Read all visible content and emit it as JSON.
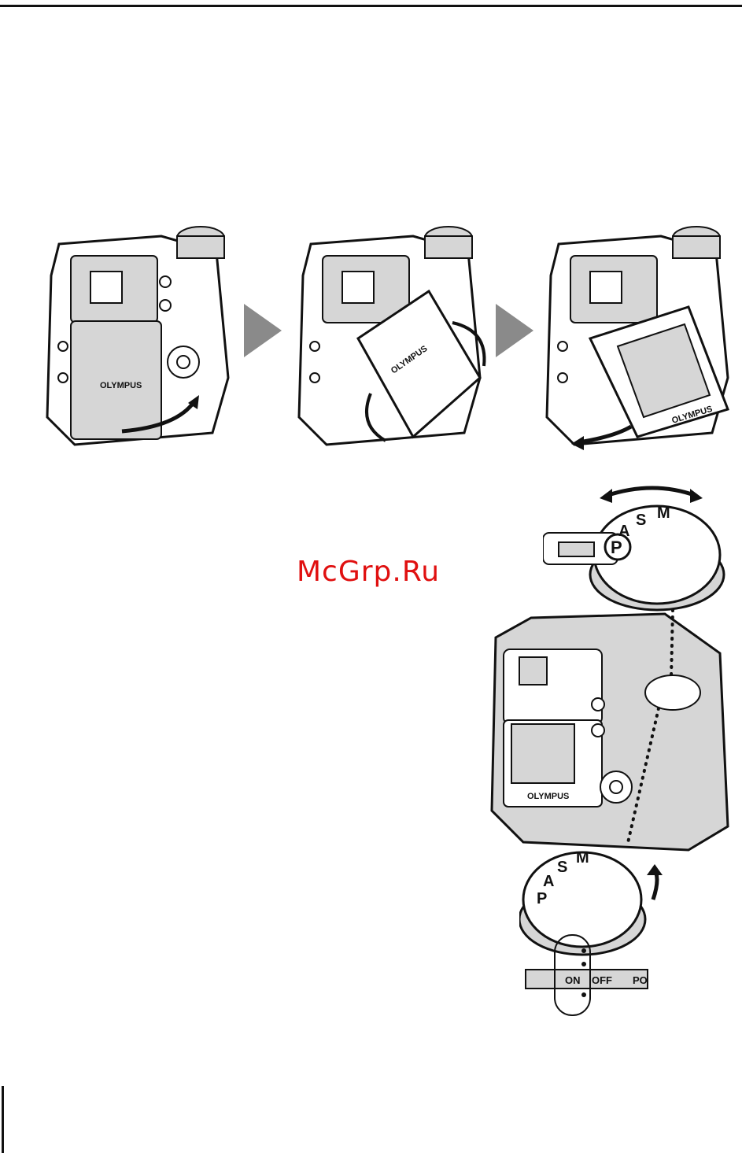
{
  "brand": "OLYMPUS",
  "watermark": "McGrp.Ru",
  "dial_letters": [
    "M",
    "S",
    "A",
    "P"
  ],
  "selected_mode": "P",
  "power_switch": {
    "on": "ON",
    "off": "OFF",
    "cut": "PO"
  },
  "colors": {
    "arrow_fill": "#8a8a8a",
    "watermark": "#e01010",
    "camera_fill": "#d6d6d6"
  }
}
